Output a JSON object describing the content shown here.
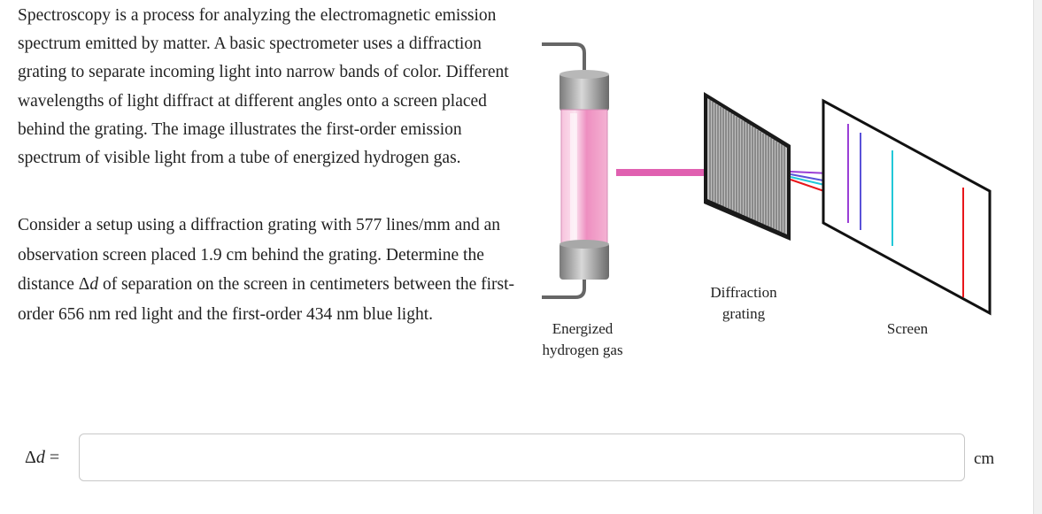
{
  "problem": {
    "paragraph1": "Spectroscopy is a process for analyzing the electromagnetic emission spectrum emitted by matter. A basic spectrometer uses a diffraction grating to separate incoming light into narrow bands of color. Different wavelengths of light diffract at different angles onto a screen placed behind the grating. The image illustrates the first-order emission spectrum of visible light from a tube of energized hydrogen gas.",
    "paragraph2_a": "Consider a setup using a diffraction grating with 577 lines/mm and an observation screen placed 1.9 cm behind the grating. Determine the distance ",
    "paragraph2_symbol": "Δ",
    "paragraph2_var": "d",
    "paragraph2_b": " of separation on the screen in centimeters between the first-order 656 nm red light and the first-order 434 nm blue light."
  },
  "figure": {
    "label_tube_line1": "Energized",
    "label_tube_line2": "hydrogen gas",
    "label_grating_line1": "Diffraction",
    "label_grating_line2": "grating",
    "label_screen": "Screen",
    "colors": {
      "tube_glow": "#f4a6cf",
      "beam": "#e060b0",
      "red_line": "#e8161b",
      "cyan_line": "#22c8d8",
      "blue_line": "#5a52d8",
      "violet_line": "#9a3fd6"
    }
  },
  "answer": {
    "symbol": "Δ",
    "var": "d",
    "equals": " =",
    "input_value": "",
    "unit": "cm"
  }
}
